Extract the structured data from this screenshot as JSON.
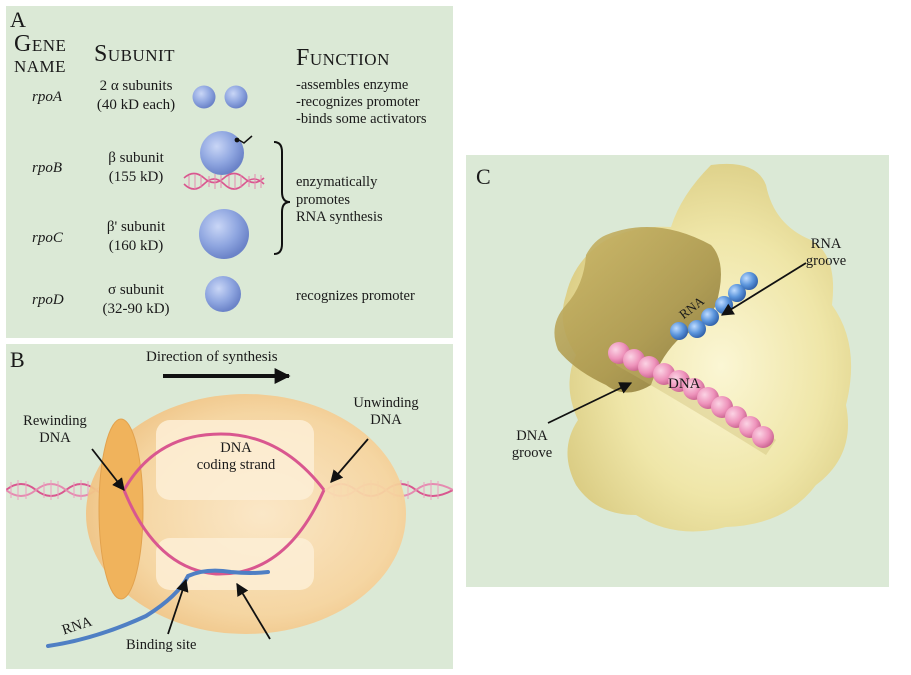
{
  "panel_a": {
    "letter": "A",
    "header_gene_1": "Gene",
    "header_gene_2": "name",
    "header_subunit": "Subunit",
    "header_function": "Function",
    "rows": [
      {
        "gene": "rpoA",
        "subunit_1": "2 α subunits",
        "subunit_2": "(40 kD each)"
      },
      {
        "gene": "rpoB",
        "subunit_1": "β subunit",
        "subunit_2": "(155 kD)"
      },
      {
        "gene": "rpoC",
        "subunit_1": "β' subunit",
        "subunit_2": "(160 kD)"
      },
      {
        "gene": "rpoD",
        "subunit_1": "σ subunit",
        "subunit_2": "(32-90 kD)"
      }
    ],
    "function_rpoA": [
      "-assembles enzyme",
      "-recognizes promoter",
      "-binds some activators"
    ],
    "function_bc": [
      "enzymatically",
      "promotes",
      "RNA synthesis"
    ],
    "function_rpoD": "recognizes promoter"
  },
  "panel_b": {
    "letter": "B",
    "direction": "Direction of synthesis",
    "rewinding_1": "Rewinding",
    "rewinding_2": "DNA",
    "unwinding_1": "Unwinding",
    "unwinding_2": "DNA",
    "coding_1": "DNA",
    "coding_2": "coding strand",
    "rna": "RNA",
    "binding_site": "Binding site"
  },
  "panel_c": {
    "letter": "C",
    "rna_groove_1": "RNA",
    "rna_groove_2": "groove",
    "rna_label": "RNA",
    "dna_label": "DNA",
    "dna_groove_1": "DNA",
    "dna_groove_2": "groove"
  },
  "colors": {
    "panel_bg": "#dbe9d6",
    "subunit_blue": "#8fa6e0",
    "dna_pink": "#d9578f",
    "rna_blue": "#4f7fc4",
    "enzyme_orange": "#f4c98c",
    "enzyme_yellow": "#efe6a8"
  }
}
